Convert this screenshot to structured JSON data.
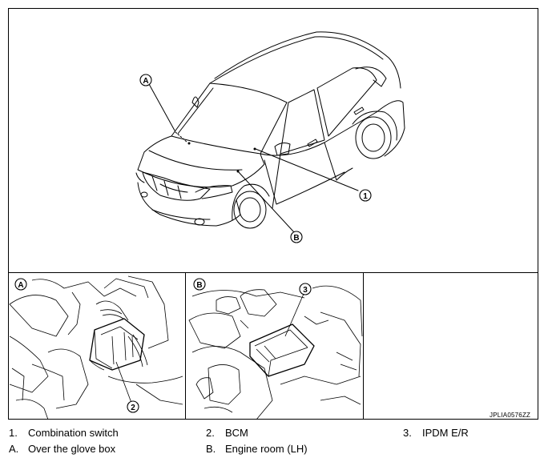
{
  "figure_code": "JPLIA0576ZZ",
  "callouts": {
    "main_a": "A",
    "main_b": "B",
    "main_1": "1",
    "panel_a": "A",
    "panel_a_item": "2",
    "panel_b": "B",
    "panel_b_item": "3"
  },
  "legend": [
    {
      "num": "1.",
      "label": "Combination switch"
    },
    {
      "num": "2.",
      "label": "BCM"
    },
    {
      "num": "3.",
      "label": "IPDM E/R"
    },
    {
      "num": "A.",
      "label": "Over the glove box"
    },
    {
      "num": "B.",
      "label": "Engine room (LH)"
    }
  ]
}
